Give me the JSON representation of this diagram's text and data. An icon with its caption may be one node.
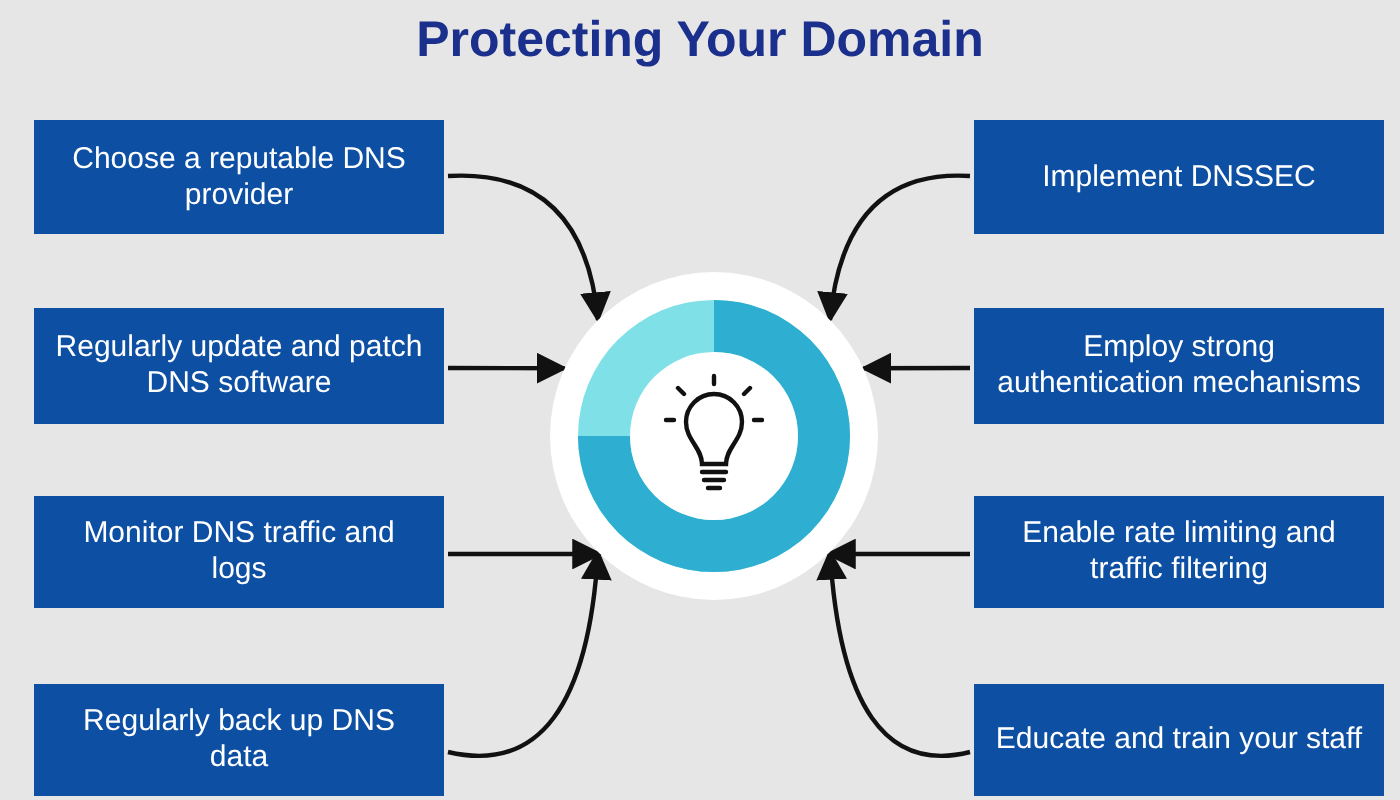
{
  "diagram": {
    "title": "Protecting Your Domain",
    "nodes": [
      {
        "text": [
          "Choose a reputable DNS provider"
        ]
      },
      {
        "text": [
          "Implement DNSSEC"
        ]
      },
      {
        "text": [
          "Regularly update and patch DNS software"
        ]
      },
      {
        "text": [
          "Employ strong authentication mechanisms"
        ]
      },
      {
        "text": [],
        "shape": "circle"
      },
      {
        "text": [
          "Monitor DNS traffic and logs"
        ]
      },
      {
        "text": [
          "Enable rate limiting and traffic filtering"
        ]
      },
      {
        "text": [
          "Regularly back up DNS data"
        ]
      },
      {
        "text": [
          "Educate and train your staff"
        ]
      }
    ],
    "edges": [
      {
        "from": 0,
        "to": 4,
        "arrow": "to"
      },
      {
        "from": 1,
        "to": 4,
        "arrow": "to"
      },
      {
        "from": 2,
        "to": 4,
        "arrow": "to"
      },
      {
        "from": 3,
        "to": 4,
        "arrow": "to"
      },
      {
        "from": 5,
        "to": 4,
        "arrow": "to"
      },
      {
        "from": 6,
        "to": 4,
        "arrow": "to"
      },
      {
        "from": 7,
        "to": 4,
        "arrow": "to"
      },
      {
        "from": 8,
        "to": 4,
        "arrow": "to"
      }
    ]
  }
}
